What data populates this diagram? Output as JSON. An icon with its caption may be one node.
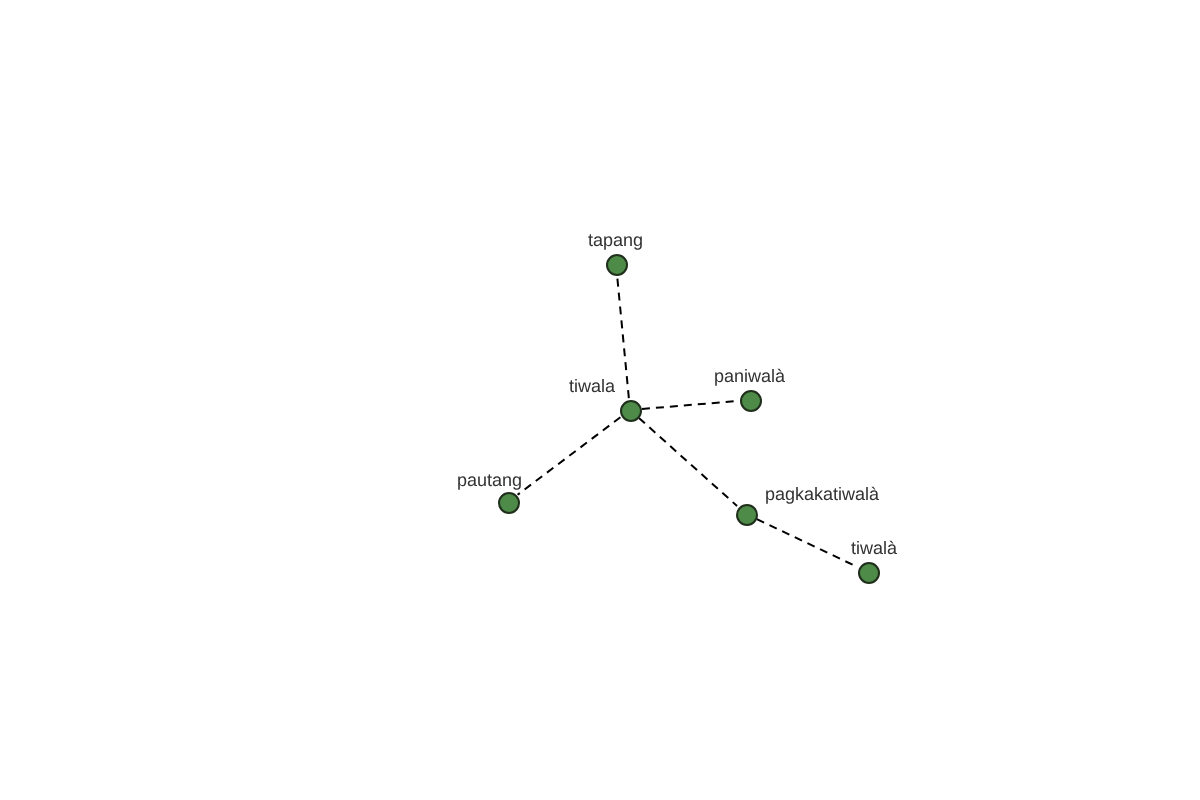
{
  "diagram": {
    "nodes": [
      {
        "text": [
          "tapang"
        ]
      },
      {
        "text": [
          "tiwala"
        ]
      },
      {
        "text": [
          "paniwalà"
        ]
      },
      {
        "text": [
          "pautang"
        ]
      },
      {
        "text": [
          "pagkakatiwalà"
        ]
      },
      {
        "text": [
          "tiwalà"
        ]
      }
    ],
    "edges": [
      {
        "from": 1,
        "to": 0,
        "arrow": "none",
        "style": "dashed"
      },
      {
        "from": 1,
        "to": 2,
        "arrow": "none",
        "style": "dashed"
      },
      {
        "from": 1,
        "to": 3,
        "arrow": "none",
        "style": "dashed"
      },
      {
        "from": 1,
        "to": 4,
        "arrow": "none",
        "style": "dashed"
      },
      {
        "from": 4,
        "to": 5,
        "arrow": "none",
        "style": "dashed"
      }
    ]
  }
}
